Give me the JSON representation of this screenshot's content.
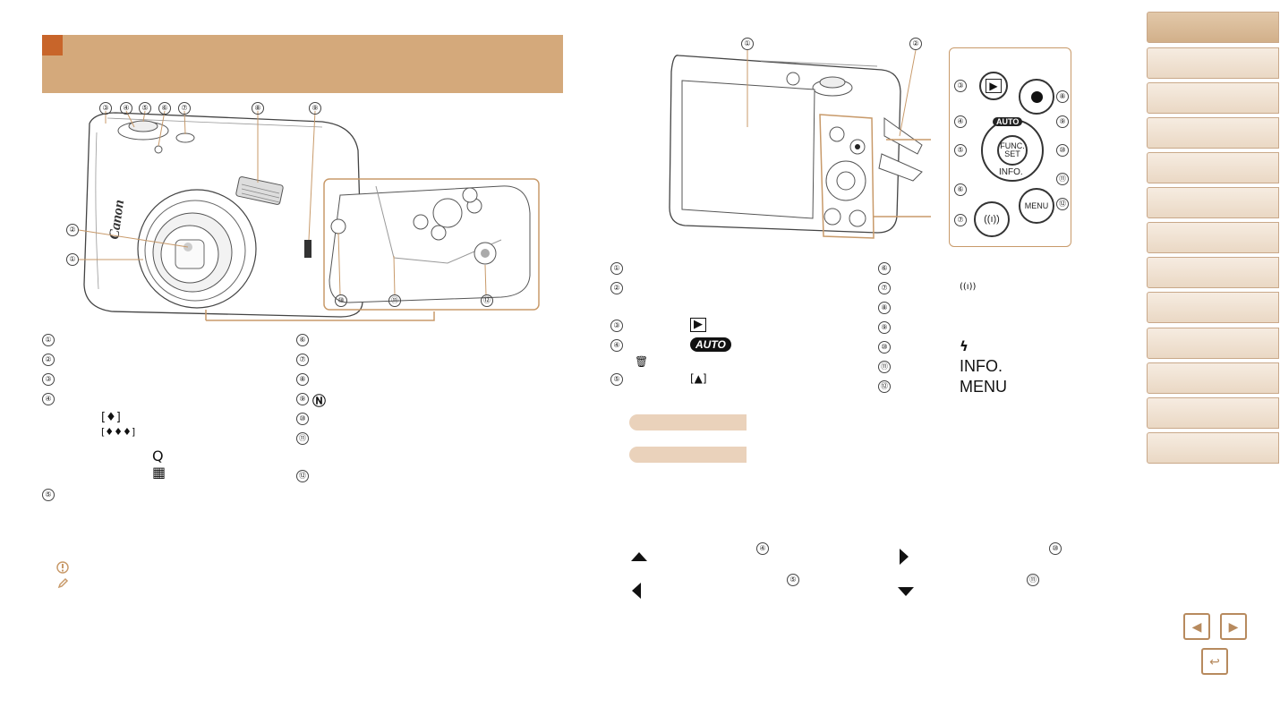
{
  "page": {
    "nums": [
      "①",
      "②",
      "③",
      "④",
      "⑤",
      "⑥",
      "⑦",
      "⑧",
      "⑨",
      "⑩",
      "⑪",
      "⑫"
    ]
  },
  "front_view": {
    "callouts": [
      "③",
      "④",
      "⑤",
      "⑥",
      "⑦",
      "⑧",
      "⑨",
      "②",
      "①",
      "⑩",
      "⑪",
      "⑫"
    ],
    "camera_brand": "Canon"
  },
  "front_legend": {
    "left_symbols": [
      "[♦]",
      "[♦♦♦]",
      "Q",
      "▦"
    ],
    "nfc_symbol": "Ⓝ"
  },
  "back_view": {
    "callouts": [
      "①",
      "②",
      "③",
      "④",
      "⑤",
      "⑥",
      "⑦",
      "⑧",
      "⑨",
      "⑩",
      "⑪",
      "⑫"
    ],
    "buttons": {
      "func_line1": "FUNC.",
      "func_line2": "SET",
      "info": "INFO.",
      "menu": "MENU",
      "auto": "AUTO"
    }
  },
  "back_legend": {
    "symbols": {
      "play": "▶",
      "auto": "AUTO",
      "trash": "🗑",
      "portrait": "[▲]",
      "wifi": "((ı))",
      "flash": "ϟ",
      "info": "INFO.",
      "menu": "MENU"
    }
  },
  "arrows": {
    "up_num": "④",
    "right_num": "⑩",
    "left_num": "⑤",
    "down_num": "⑪"
  },
  "nav": {
    "prev": "◀",
    "next": "▶",
    "back": "↩"
  },
  "colors": {
    "title_bar": "#d4a97b",
    "title_square": "#c8652a",
    "tab_border": "#c9a889",
    "pill": "#ead2bb",
    "nav_border": "#b78a5e"
  }
}
